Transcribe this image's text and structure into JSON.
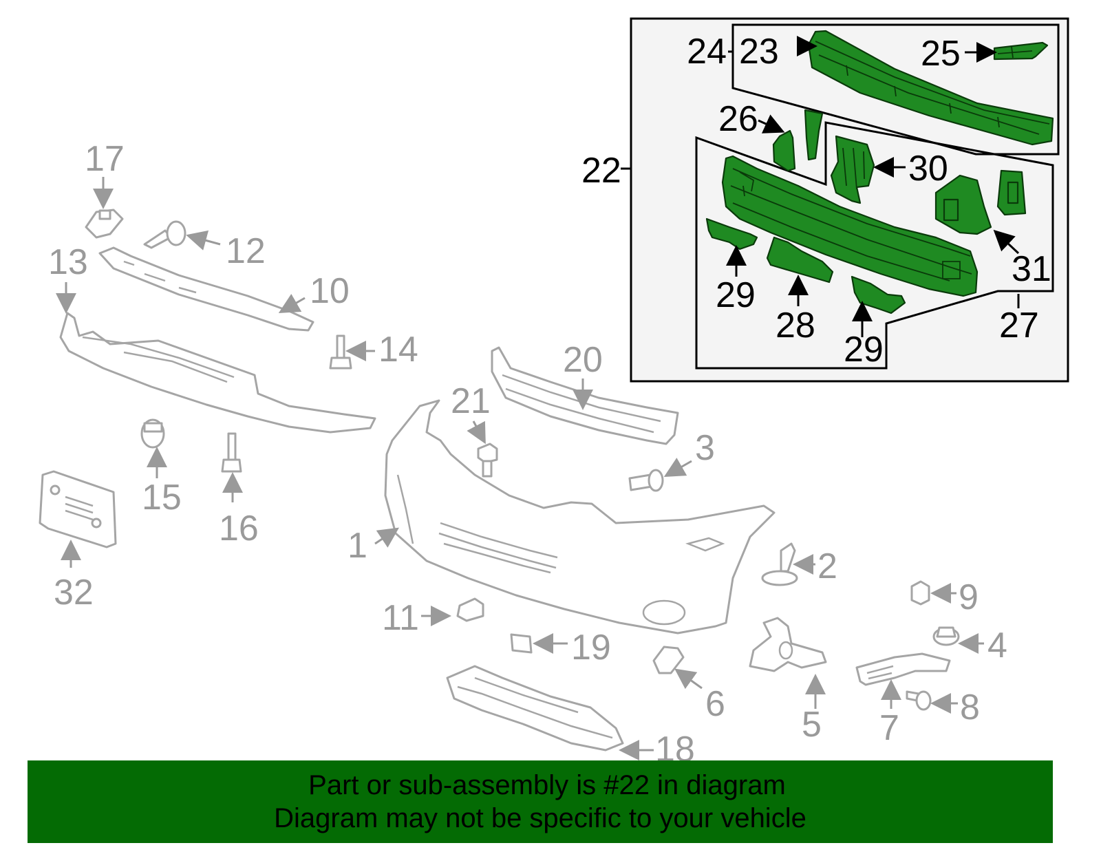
{
  "callouts": {
    "c1": "1",
    "c2": "2",
    "c3": "3",
    "c4": "4",
    "c5": "5",
    "c6": "6",
    "c7": "7",
    "c8": "8",
    "c9": "9",
    "c10": "10",
    "c11": "11",
    "c12": "12",
    "c13": "13",
    "c14": "14",
    "c15": "15",
    "c16": "16",
    "c17": "17",
    "c18": "18",
    "c19": "19",
    "c20": "20",
    "c21": "21",
    "c22": "22",
    "c23": "23",
    "c24": "24",
    "c25": "25",
    "c26": "26",
    "c27": "27",
    "c28": "28",
    "c29a": "29",
    "c29b": "29",
    "c30": "30",
    "c31": "31",
    "c32": "32"
  },
  "footer": {
    "line1": "Part or sub-assembly is #22 in diagram",
    "line2": "Diagram may not be specific to your vehicle"
  },
  "colors": {
    "highlight_part": "#1f8a22",
    "footer_background": "#046b04",
    "inset_background": "#f4f4f4",
    "other_parts_outline": "#a5a5a5"
  }
}
